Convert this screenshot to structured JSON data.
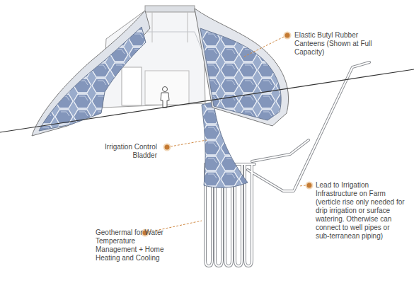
{
  "diagram": {
    "labels": [
      "Elastic Butyl Rubber Canteens (Shown at Full Capacity)",
      "Irrigation Control Bladder",
      "Lead to Irrigation Infrastructure on Farm (verticle rise only needed for drip irrigation or surface watering. Otherwise can connect to well pipes or sub-terranean piping)",
      "Geothermal for Water Temperature Management + Home Heating and Cooling"
    ]
  }
}
